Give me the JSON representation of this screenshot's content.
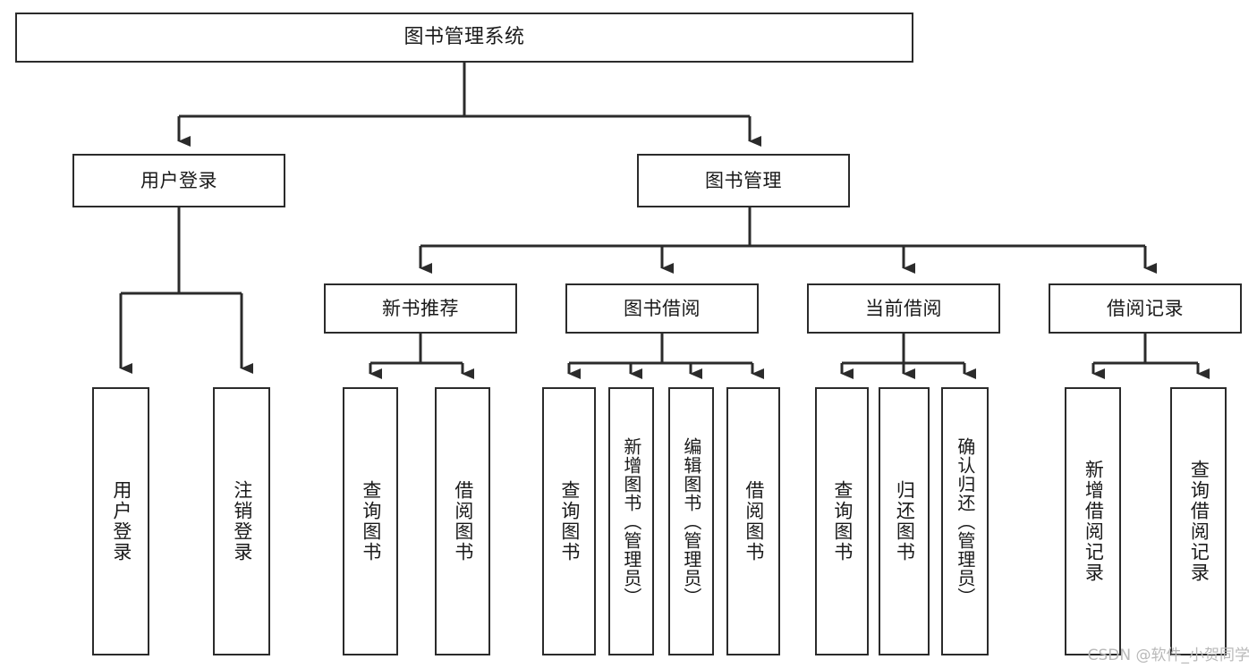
{
  "diagram": {
    "type": "tree-hierarchy",
    "title": "图书管理系统",
    "watermark": "CSDN @软件_小贺同学",
    "colors": {
      "box_border": "#2b2b2b",
      "box_fill": "#ffffff",
      "edge": "#2b2b2b",
      "text": "#1a1a1a",
      "watermark": "#b9b9b9",
      "canvas": "#ffffff"
    },
    "root": {
      "label": "图书管理系统"
    },
    "level1": [
      {
        "label": "用户登录"
      },
      {
        "label": "图书管理"
      }
    ],
    "level2": [
      {
        "label": "新书推荐"
      },
      {
        "label": "图书借阅"
      },
      {
        "label": "当前借阅"
      },
      {
        "label": "借阅记录"
      }
    ],
    "leaves": {
      "user_login": [
        {
          "label": "用户登录"
        },
        {
          "label": "注销登录"
        }
      ],
      "new_book_recommend": [
        {
          "label": "查询图书"
        },
        {
          "label": "借阅图书"
        }
      ],
      "book_borrow": [
        {
          "label": "查询图书"
        },
        {
          "label": "新增图书（管理员）"
        },
        {
          "label": "编辑图书（管理员）"
        },
        {
          "label": "借阅图书"
        }
      ],
      "current_borrow": [
        {
          "label": "查询图书"
        },
        {
          "label": "归还图书"
        },
        {
          "label": "确认归还（管理员）"
        }
      ],
      "borrow_record": [
        {
          "label": "新增借阅记录"
        },
        {
          "label": "查询借阅记录"
        }
      ]
    }
  }
}
